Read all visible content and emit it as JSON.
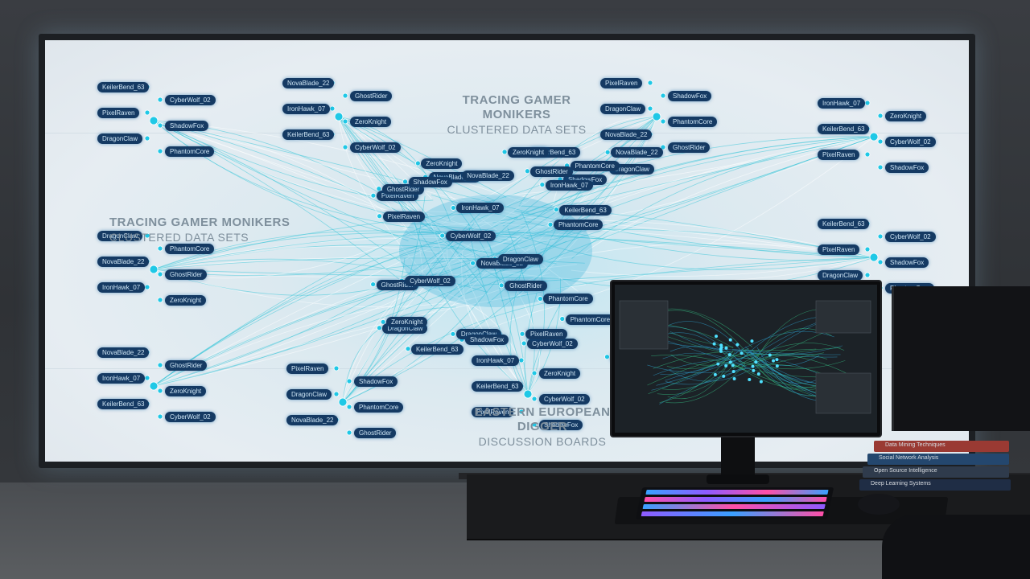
{
  "headings": {
    "top_center": {
      "line1": "TRACING GAMER MONIKERS",
      "line2": "CLUSTERED DATA SETS"
    },
    "left": {
      "line1": "TRACING GAMER MONIKERS",
      "line2": "CLUSTERED DATA SETS"
    },
    "bottom": {
      "line1": "EASTERN EUROPEAN DIGGER",
      "line2": "DISCUSSION BOARDS"
    }
  },
  "node_labels": [
    "KeilerBend_63",
    "CyberWolf_02",
    "PixelRaven",
    "ShadowFox",
    "DragonClaw",
    "PhantomCore",
    "NovaBlade_22",
    "GhostRider",
    "IronHawk_07",
    "ZeroKnight"
  ],
  "books": [
    "Data Mining Techniques",
    "Social Network Analysis",
    "Open Source Intelligence",
    "Deep Learning Systems"
  ],
  "colors": {
    "node": "#1fc8e6",
    "pill": "#153a63",
    "edge": "#3cc6d8",
    "heading": "#7e8f9c"
  }
}
